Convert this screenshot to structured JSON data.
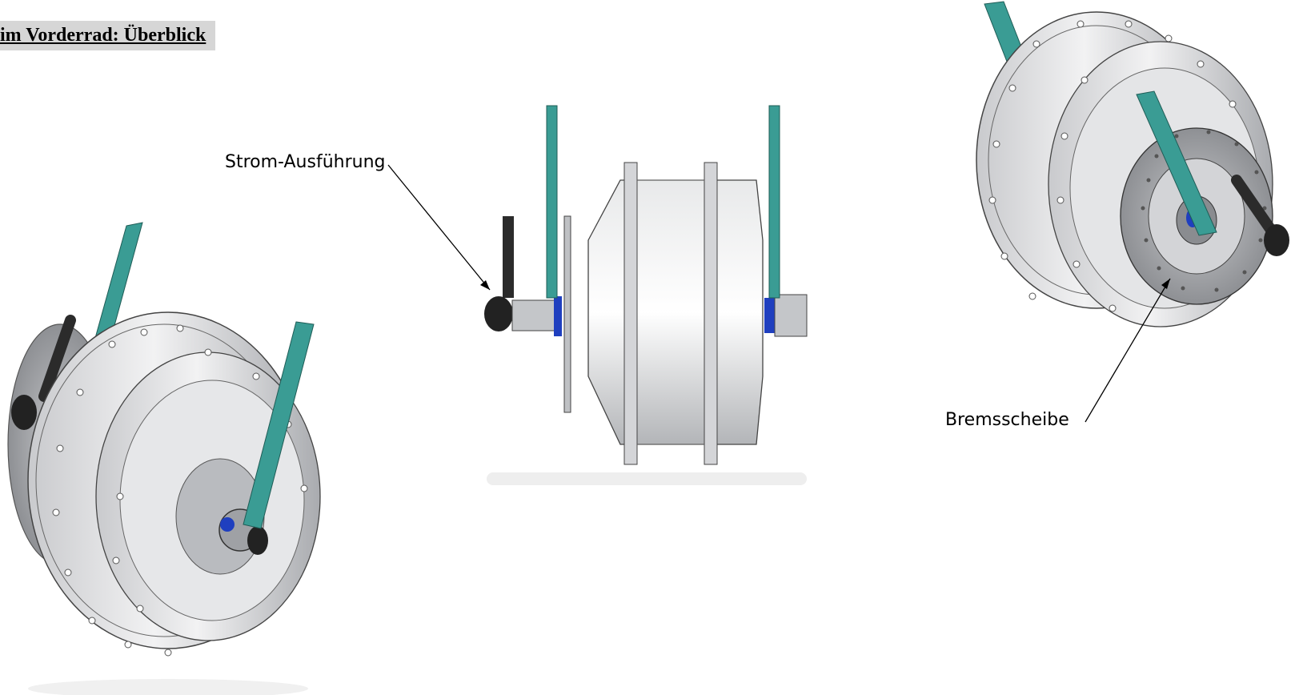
{
  "title": "im Vorderrad: Überblick",
  "labels": {
    "strom": "Strom-Ausführung",
    "brems": "Bremsscheibe"
  },
  "colors": {
    "hub_body": "#d9dadc",
    "hub_dark": "#9a9ca0",
    "arm": "#3a9c94",
    "cable": "#2b2b2b",
    "bearing_blue": "#1f3fbf"
  }
}
